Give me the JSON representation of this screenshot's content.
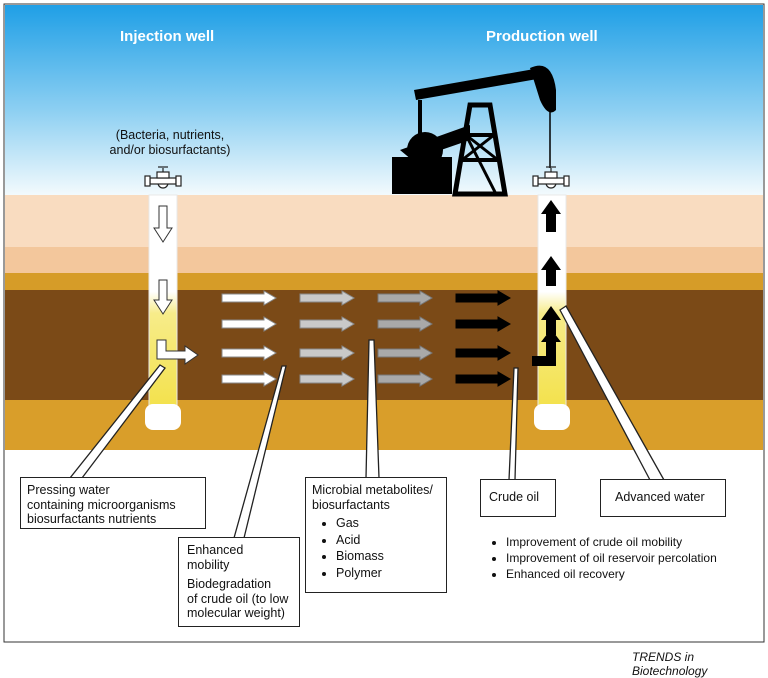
{
  "titles": {
    "injection": "Injection well",
    "production": "Production well"
  },
  "injection_note": [
    "(Bacteria, nutrients,",
    "and/or biosurfactants)"
  ],
  "labels": {
    "pressing_water": [
      "Pressing water",
      "containing microorganisms",
      "biosurfactants nutrients"
    ],
    "enhanced": {
      "line1": "Enhanced",
      "line2": "mobility",
      "line3": "Biodegradation",
      "line4": "of crude oil (to low",
      "line5": "molecular weight)"
    },
    "metabolites": {
      "title1": "Microbial metabolites/",
      "title2": "biosurfactants",
      "items": [
        "Gas",
        "Acid",
        "Biomass",
        "Polymer"
      ]
    },
    "crude_oil": "Crude oil",
    "advanced_water": "Advanced water"
  },
  "outcomes": [
    "Improvement of crude oil mobility",
    "Improvement of oil reservoir percolation",
    "Enhanced oil recovery"
  ],
  "credit": "TRENDS in Biotechnology",
  "colors": {
    "sky_top": "#2aa6e8",
    "sky_bottom": "#e9f6fb",
    "soil_light": "#f8d8b9",
    "soil_peach": "#f3c9a0",
    "sand": "#d9a128",
    "reservoir": "#7a4c18",
    "arrow_light": "#ffffff",
    "arrow_mid": "#a9a9a9",
    "arrow_dark": "#000000",
    "oil_yellow": "#f5e66a"
  }
}
